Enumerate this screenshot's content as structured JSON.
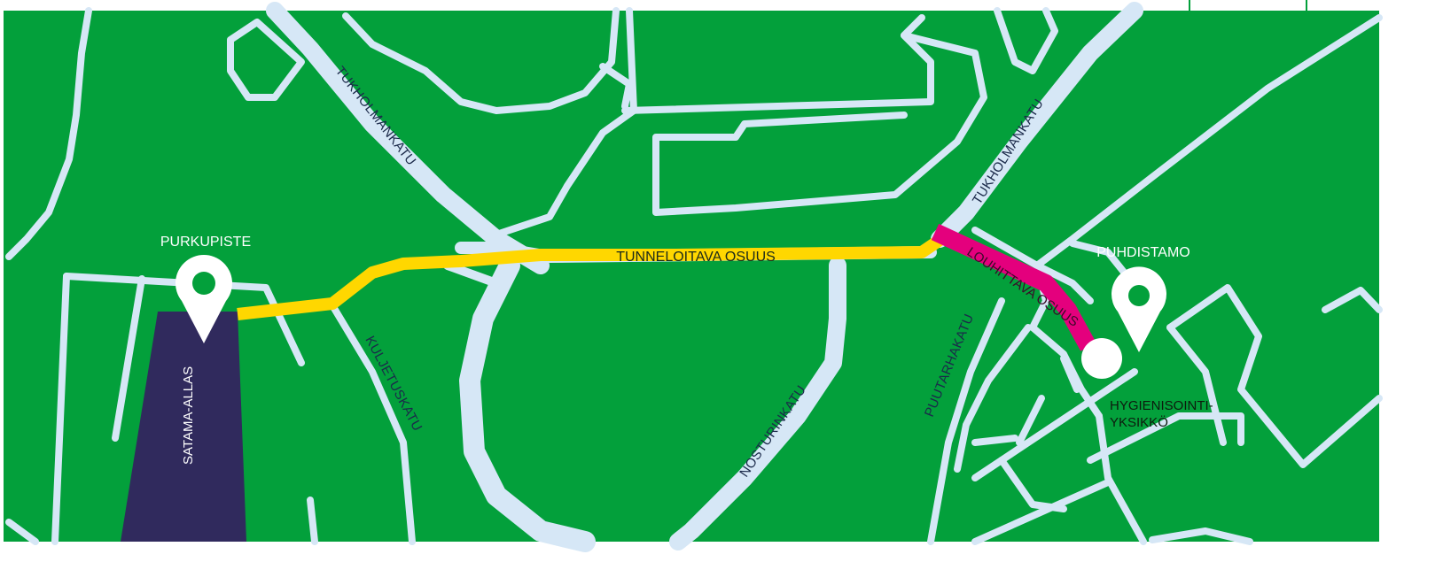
{
  "map": {
    "colors": {
      "land": "#03a03b",
      "road": "#d6e7f6",
      "basin": "#302a5d",
      "tunnel_route": "#ffd700",
      "rock_route": "#e4007d",
      "marker": "#ffffff",
      "frame": "#03a03b"
    },
    "markers": {
      "purkupiste": {
        "label": "PURKUPISTE",
        "icon": "map-pin-icon"
      },
      "puhdistamo": {
        "label": "PUHDISTAMO",
        "icon": "map-pin-icon"
      },
      "hygienisointi": {
        "label_line1": "HYGIENISOINTI-",
        "label_line2": "YKSIKKÖ",
        "icon": "circle-marker-icon"
      }
    },
    "routes": {
      "tunnel": {
        "label": "TUNNELOITAVA OSUUS"
      },
      "rock": {
        "label": "LOUHITTAVA OSUUS"
      }
    },
    "areas": {
      "basin": {
        "label": "SATAMA-ALLAS"
      }
    },
    "streets": {
      "tukholmankatu_west": "TUKHOLMANKATU",
      "tukholmankatu_east": "TUKHOLMANKATU",
      "kuljetuskatu": "KULJETUSKATU",
      "nosturinkatu": "NOSTURINKATU",
      "puutarhakatu": "PUUTARHAKATU"
    }
  }
}
